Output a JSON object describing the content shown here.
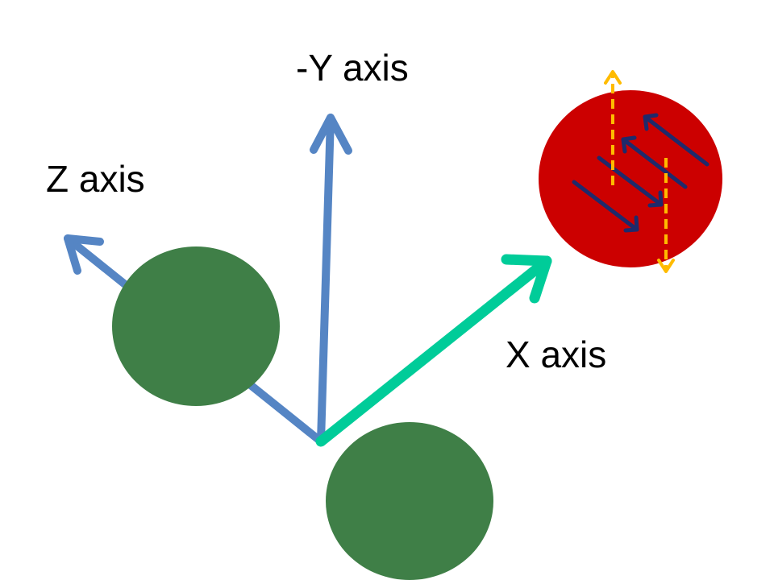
{
  "labels": {
    "neg_y_axis": "-Y axis",
    "z_axis": "Z axis",
    "x_axis": "X axis"
  },
  "colors": {
    "background": "#ffffff",
    "y_axis": "#5585c4",
    "z_axis": "#5585c4",
    "x_axis": "#00cc99",
    "green_circle": "#3f7f47",
    "red_circle": "#cc0000",
    "dark_arrow": "#1f2a6b",
    "dashed_arrow": "#ffbb00",
    "label_text": "#000000"
  },
  "icons": {
    "green_circles": "filled-circle",
    "red_circle": "filled-circle",
    "axis_arrows": "arrow",
    "dashed_arrows": "dashed-arrow"
  }
}
